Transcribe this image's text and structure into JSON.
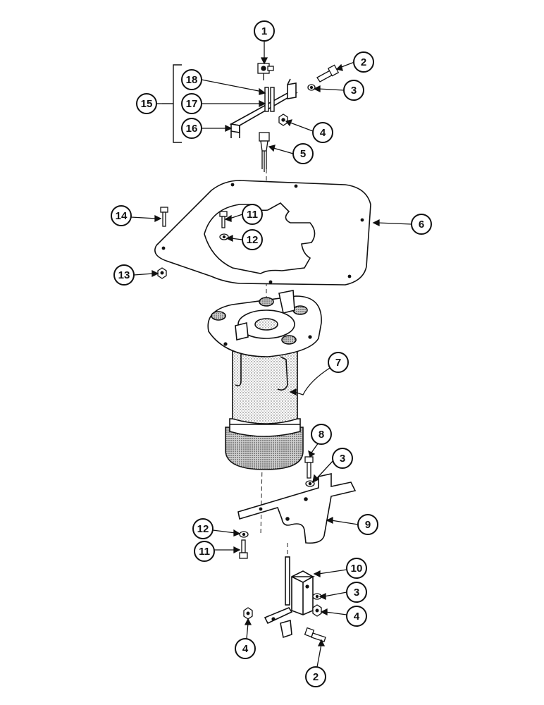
{
  "diagram": {
    "callouts": [
      {
        "id": "c1",
        "label": "1"
      },
      {
        "id": "c2a",
        "label": "2"
      },
      {
        "id": "c3a",
        "label": "3"
      },
      {
        "id": "c4a",
        "label": "4"
      },
      {
        "id": "c5",
        "label": "5"
      },
      {
        "id": "c6",
        "label": "6"
      },
      {
        "id": "c7",
        "label": "7"
      },
      {
        "id": "c8",
        "label": "8"
      },
      {
        "id": "c3b",
        "label": "3"
      },
      {
        "id": "c9",
        "label": "9"
      },
      {
        "id": "c10",
        "label": "10"
      },
      {
        "id": "c3c",
        "label": "3"
      },
      {
        "id": "c4b",
        "label": "4"
      },
      {
        "id": "c4c",
        "label": "4"
      },
      {
        "id": "c2b",
        "label": "2"
      },
      {
        "id": "c11a",
        "label": "11"
      },
      {
        "id": "c12a",
        "label": "12"
      },
      {
        "id": "c11b",
        "label": "11"
      },
      {
        "id": "c12b",
        "label": "12"
      },
      {
        "id": "c13",
        "label": "13"
      },
      {
        "id": "c14",
        "label": "14"
      },
      {
        "id": "c15",
        "label": "15"
      },
      {
        "id": "c16",
        "label": "16"
      },
      {
        "id": "c17",
        "label": "17"
      },
      {
        "id": "c18",
        "label": "18"
      }
    ]
  }
}
